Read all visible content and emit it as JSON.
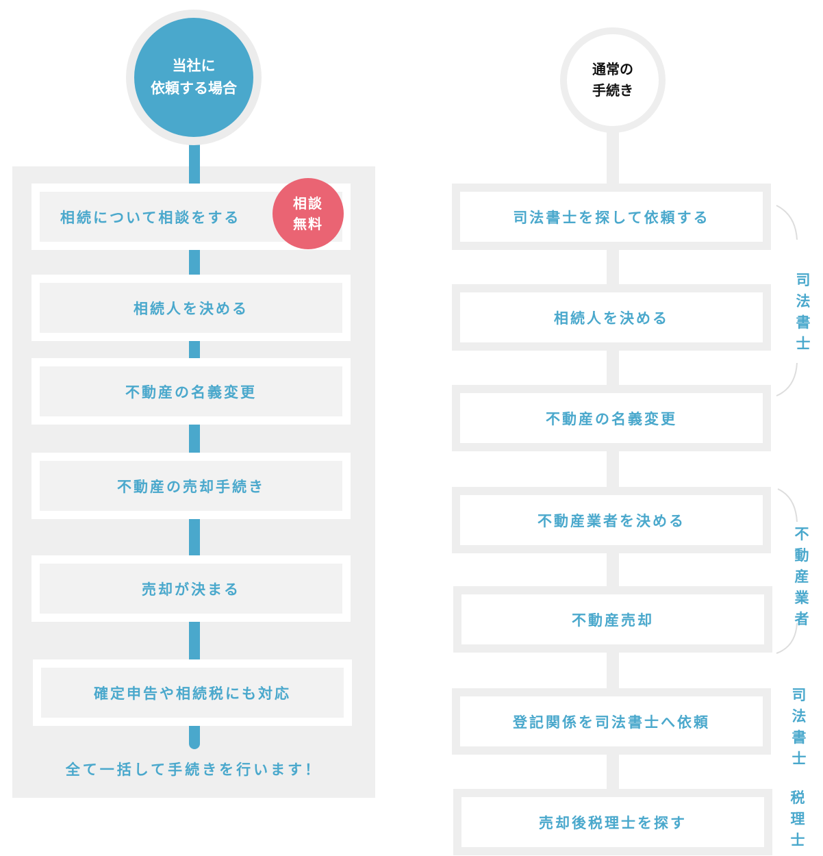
{
  "left_flow": {
    "start": {
      "line1": "当社に",
      "line2": "依頼する場合"
    },
    "badge": {
      "line1": "相談",
      "line2": "無料"
    },
    "steps": [
      {
        "label": "相続について相談をする"
      },
      {
        "label": "相続人を決める"
      },
      {
        "label": "不動産の名義変更"
      },
      {
        "label": "不動産の売却手続き"
      },
      {
        "label": "売却が決まる"
      },
      {
        "label": "確定申告や相続税にも対応"
      }
    ],
    "footer": "全て一括して手続きを行います！"
  },
  "right_flow": {
    "start": {
      "line1": "通常の",
      "line2": "手続き"
    },
    "steps": [
      {
        "label": "司法書士を探して依頼する"
      },
      {
        "label": "相続人を決める"
      },
      {
        "label": "不動産の名義変更"
      },
      {
        "label": "不動産業者を決める"
      },
      {
        "label": "不動産売却"
      },
      {
        "label": "登記関係を司法書士へ依頼"
      },
      {
        "label": "売却後税理士を探す"
      }
    ],
    "side_labels": [
      {
        "chars": [
          "司",
          "法",
          "書",
          "士"
        ]
      },
      {
        "chars": [
          "不",
          "動",
          "産",
          "業",
          "者"
        ]
      },
      {
        "chars": [
          "司",
          "法",
          "書",
          "士"
        ]
      },
      {
        "chars": [
          "税",
          "理",
          "士"
        ]
      }
    ]
  },
  "colors": {
    "accent": "#4aa8cc",
    "badge": "#ea6473",
    "panel": "#efefef"
  }
}
